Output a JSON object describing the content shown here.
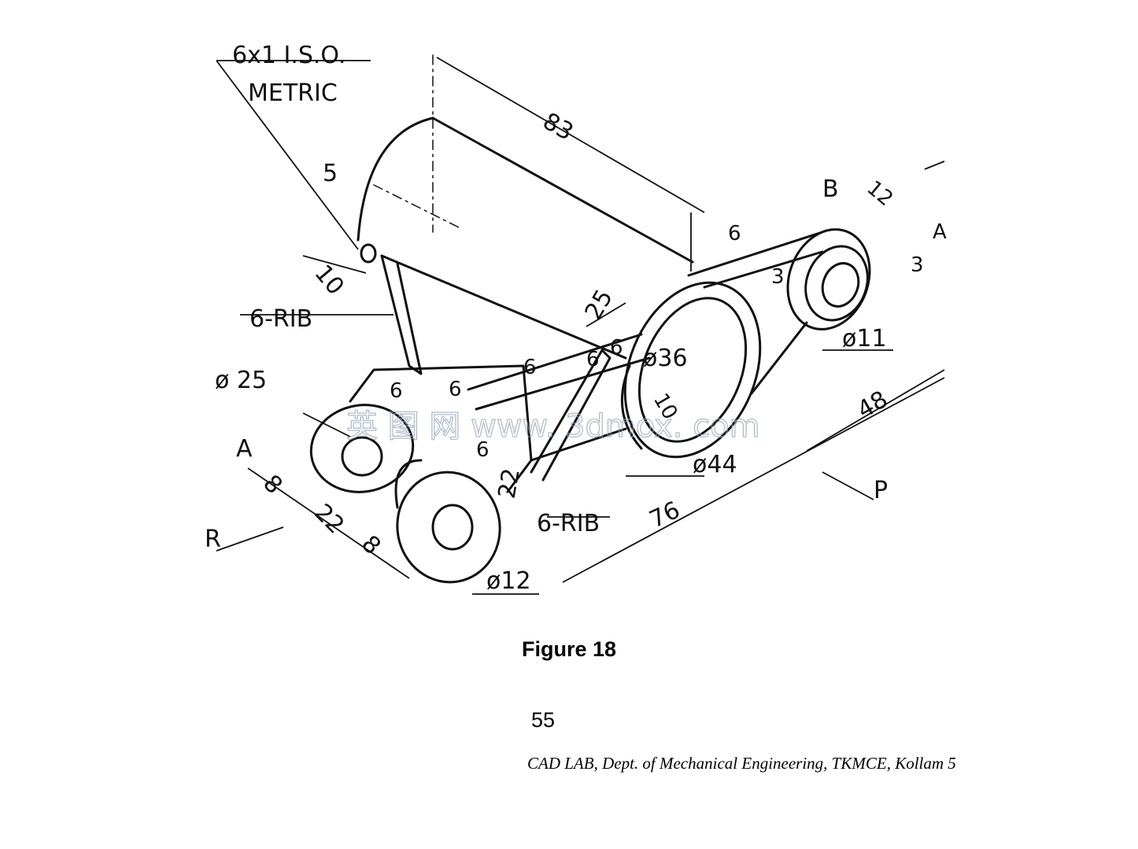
{
  "figure": {
    "caption": "Figure   18",
    "labels": {
      "thread_line1": "6x1  I.S.O.",
      "thread_line2": "METRIC",
      "d83": "83",
      "d5": "5",
      "d10": "10",
      "rib_top": "6-RIB",
      "rib_bottom": "6-RIB",
      "d25": "25",
      "d6a": "6",
      "d6b": "6",
      "d6c": "6",
      "d6d": "6",
      "d6e": "6",
      "d6f": "6",
      "d6g": "6",
      "d3a": "3",
      "d3b": "3",
      "d12": "12",
      "B": "B",
      "A_right": "A",
      "A_left": "A",
      "phi11": "ø11",
      "phi36": "ø36",
      "d10b": "10",
      "phi44": "ø44",
      "phi25": "ø 25",
      "phi12": "ø12",
      "d48": "48",
      "d76": "76",
      "d8a": "8",
      "d8b": "8",
      "d22a": "22",
      "d22b": "22",
      "P": "P",
      "R": "R"
    },
    "watermark": "英 图 网 www. 3dmox. com"
  },
  "page_number": "55",
  "footer": "CAD LAB, Dept. of Mechanical Engineering, TKMCE, Kollam 5"
}
